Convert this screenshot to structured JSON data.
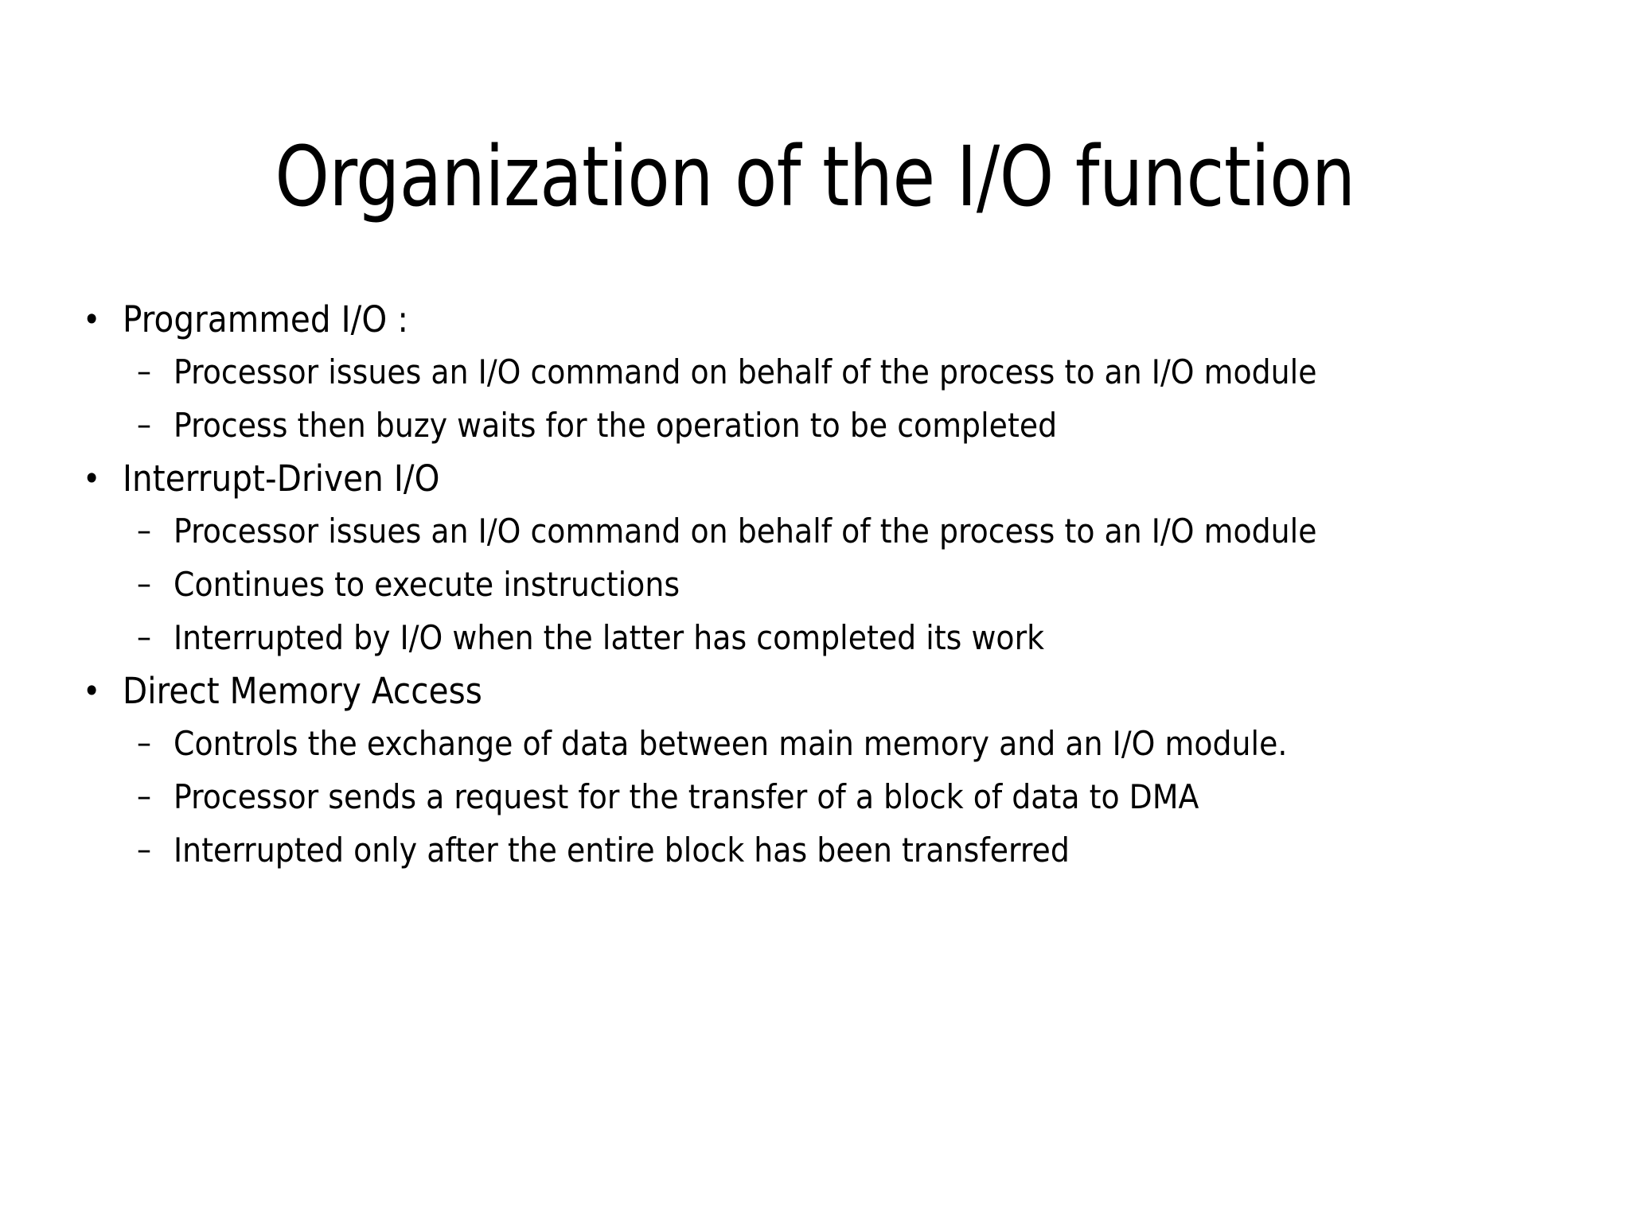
{
  "slide": {
    "background_color": "#ffffff",
    "text_color": "#000000",
    "title": "Organization of the I/O function",
    "level1_marker": "•",
    "level2_marker": "–",
    "sections": [
      {
        "heading": "Programmed I/O :",
        "points": [
          "Processor issues an I/O command on behalf of the process to an I/O module",
          "Process then buzy waits for the operation to be completed"
        ]
      },
      {
        "heading": "Interrupt-Driven I/O",
        "points": [
          "Processor issues an I/O command on behalf of the process to an I/O module",
          "Continues to execute instructions",
          "Interrupted by I/O when the latter has completed its work"
        ]
      },
      {
        "heading": "Direct Memory Access",
        "points": [
          "Controls the exchange of data between main memory and an I/O module.",
          "Processor sends a request for the transfer of a block of data to DMA",
          "Interrupted only after the entire block has been transferred"
        ]
      }
    ]
  }
}
